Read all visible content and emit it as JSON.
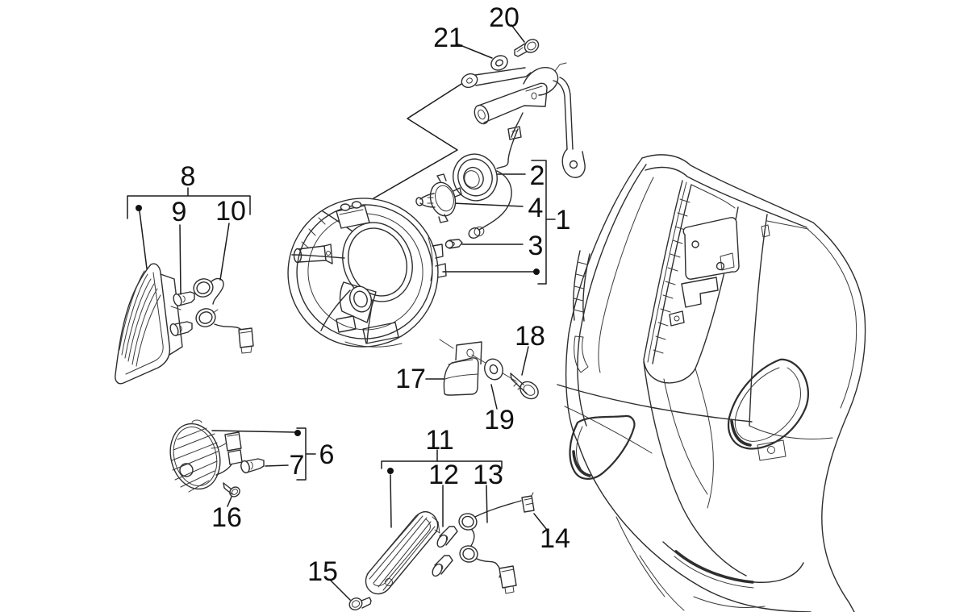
{
  "diagram": {
    "subject": "Exploded parts diagram: scooter front headlamp, turn signal lamps and front shield",
    "colors": {
      "background": "#ffffff",
      "line": "#2e2e2e",
      "label": "#101010"
    }
  },
  "callouts": {
    "c1": "1",
    "c2": "2",
    "c3": "3",
    "c4": "4",
    "c6": "6",
    "c7": "7",
    "c8": "8",
    "c9": "9",
    "c10": "10",
    "c11": "11",
    "c12": "12",
    "c13": "13",
    "c14": "14",
    "c15": "15",
    "c16": "16",
    "c17": "17",
    "c18": "18",
    "c19": "19",
    "c20": "20",
    "c21": "21"
  }
}
